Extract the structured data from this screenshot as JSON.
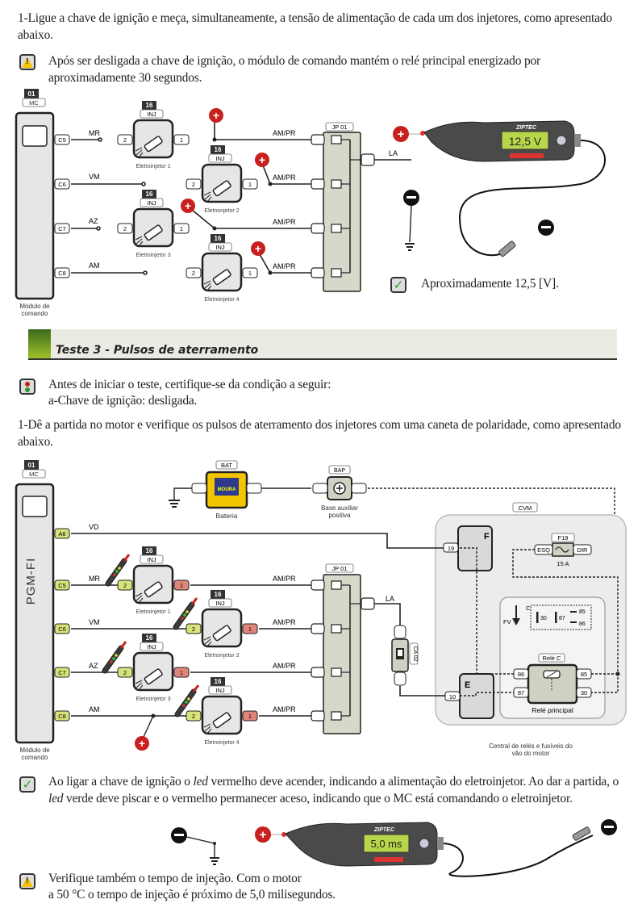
{
  "section1": {
    "step_text": "1-Ligue a chave de ignição e meça, simultaneamente, a tensão de alimentação de cada um dos injetores, como apresentado abaixo.",
    "warning_text": "Após ser desligada a chave de ignição, o módulo de comando mantém o relé principal energizado por aproximadamente 30 segundos.",
    "diagram": {
      "module_number": "01",
      "module_code": "MC",
      "module_label_1": "Módulo de",
      "module_label_2": "comando",
      "pins": [
        "C5",
        "C6",
        "C7",
        "C8"
      ],
      "wires": [
        "MR",
        "VM",
        "AZ",
        "AM"
      ],
      "injector_number": "16",
      "injector_code": "INJ",
      "injectors": [
        "Eletroinjetor 1",
        "Eletroinjetor 2",
        "Eletroinjetor 3",
        "Eletroinjetor 4"
      ],
      "pin_2": "2",
      "pin_1": "1",
      "supply_wire": "AM/PR",
      "junction": "JP 01",
      "la_wire": "LA",
      "meter_brand": "ZIPTEC",
      "meter_reading": "12,5 V",
      "plus_symbol": "+",
      "minus_symbol": "−"
    },
    "result_text": "Aproximadamente 12,5 [V]."
  },
  "section_header": {
    "title": "Teste 3 - Pulsos de aterramento"
  },
  "section2": {
    "precondition_line1": "Antes de iniciar o teste, certifique-se da condição a seguir:",
    "precondition_line2": "a-Chave de ignição: desligada.",
    "step_text": "1-Dê a partida no motor e verifique os pulsos de aterramento dos injetores com uma caneta de polaridade, como apresentado abaixo.",
    "diagram": {
      "module_number": "01",
      "module_code": "MC",
      "module_name": "PGM-FI",
      "module_label_1": "Módulo de",
      "module_label_2": "comando",
      "battery_code": "BAT",
      "battery_label": "Bateria",
      "battery_brand": "MOURA",
      "bap_code": "BAP",
      "bap_label_1": "Base auxiliar",
      "bap_label_2": "positiva",
      "vd_pin": "A6",
      "vd_wire": "VD",
      "pins": [
        "C5",
        "C6",
        "C7",
        "C8"
      ],
      "wires": [
        "MR",
        "VM",
        "AZ",
        "AM"
      ],
      "injector_number": "16",
      "injector_code": "INJ",
      "injectors": [
        "Eletroinjetor 1",
        "Eletroinjetor 2",
        "Eletroinjetor 3",
        "Eletroinjetor 4"
      ],
      "supply_wire": "AM/PR",
      "junction": "JP 01",
      "la_wire": "LA",
      "connector": "CA 02",
      "cvm_code": "CVM",
      "f_block": "F",
      "f_pin": "19",
      "e_block": "E",
      "e_pin": "10",
      "fuse_code": "F19",
      "fuse_left": "ESQ",
      "fuse_right": "DIR",
      "fuse_rating": "15 A",
      "relay_legend_c": "C",
      "relay_legend_fv": "FV",
      "relay_terms": [
        "30",
        "87",
        "85",
        "86"
      ],
      "relay_code": "Relé C",
      "relay_label": "Relé principal",
      "cvm_label_1": "Central de relés e fusíveis do",
      "cvm_label_2": "vão do motor"
    },
    "check_text_1": "Ao ligar a chave de ignição o ",
    "check_led": "led",
    "check_text_2": " vermelho deve acender, indicando a alimentação do eletroinjetor. Ao dar a partida, o ",
    "check_text_3": " verde deve piscar e o vermelho permanecer aceso, indicando que o MC está comandando o eletroinjetor.",
    "meter_brand": "ZIPTEC",
    "meter_reading": "5,0 ms",
    "warning_line1": "Verifique também o tempo de injeção. Com o motor",
    "warning_line2": "a 50 °C o tempo de injeção é próximo de 5,0 milisegundos."
  },
  "colors": {
    "pin_green": "#d8e27a",
    "pin_red": "#e0857a",
    "junction_fill": "#d5d9c9",
    "plus_red": "#c8201e",
    "lcd_green": "#b7d64a",
    "check_green": "#2e9a2e",
    "warning_yellow": "#f2c500"
  }
}
